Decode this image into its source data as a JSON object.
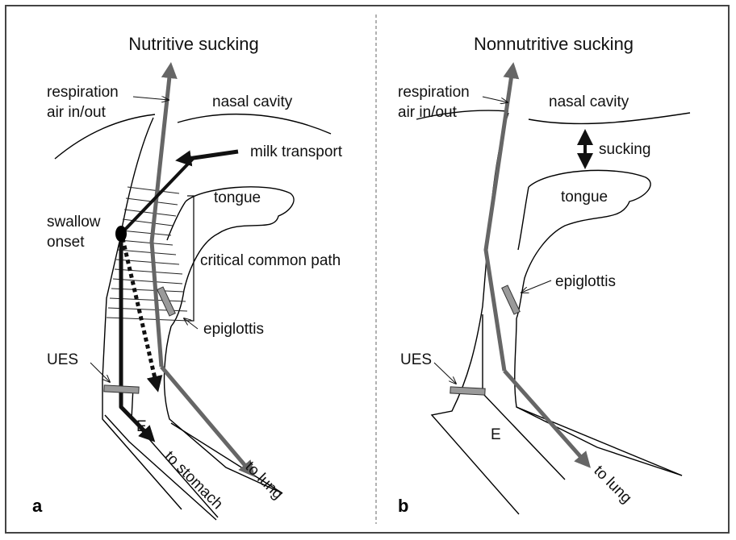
{
  "panel_a": {
    "title": "Nutritive sucking",
    "panel_letter": "a",
    "labels": {
      "respiration_line1": "respiration",
      "respiration_line2": "air in/out",
      "nasal_cavity": "nasal cavity",
      "milk_transport": "milk transport",
      "tongue": "tongue",
      "swallow_line1": "swallow",
      "swallow_line2": "onset",
      "critical_path": "critical common path",
      "epiglottis": "epiglottis",
      "ues": "UES",
      "esophagus": "E",
      "to_stomach": "to stomach",
      "to_lung": "to lung"
    }
  },
  "panel_b": {
    "title": "Nonnutritive sucking",
    "panel_letter": "b",
    "labels": {
      "respiration_line1": "respiration",
      "respiration_line2": "air in/out",
      "nasal_cavity": "nasal cavity",
      "sucking": "sucking",
      "tongue": "tongue",
      "epiglottis": "epiglottis",
      "ues": "UES",
      "esophagus": "E",
      "to_lung": "to lung"
    }
  },
  "colors": {
    "airway_path": "#666666",
    "milk_path": "#111111",
    "structure_fill": "#9a9a9a"
  }
}
